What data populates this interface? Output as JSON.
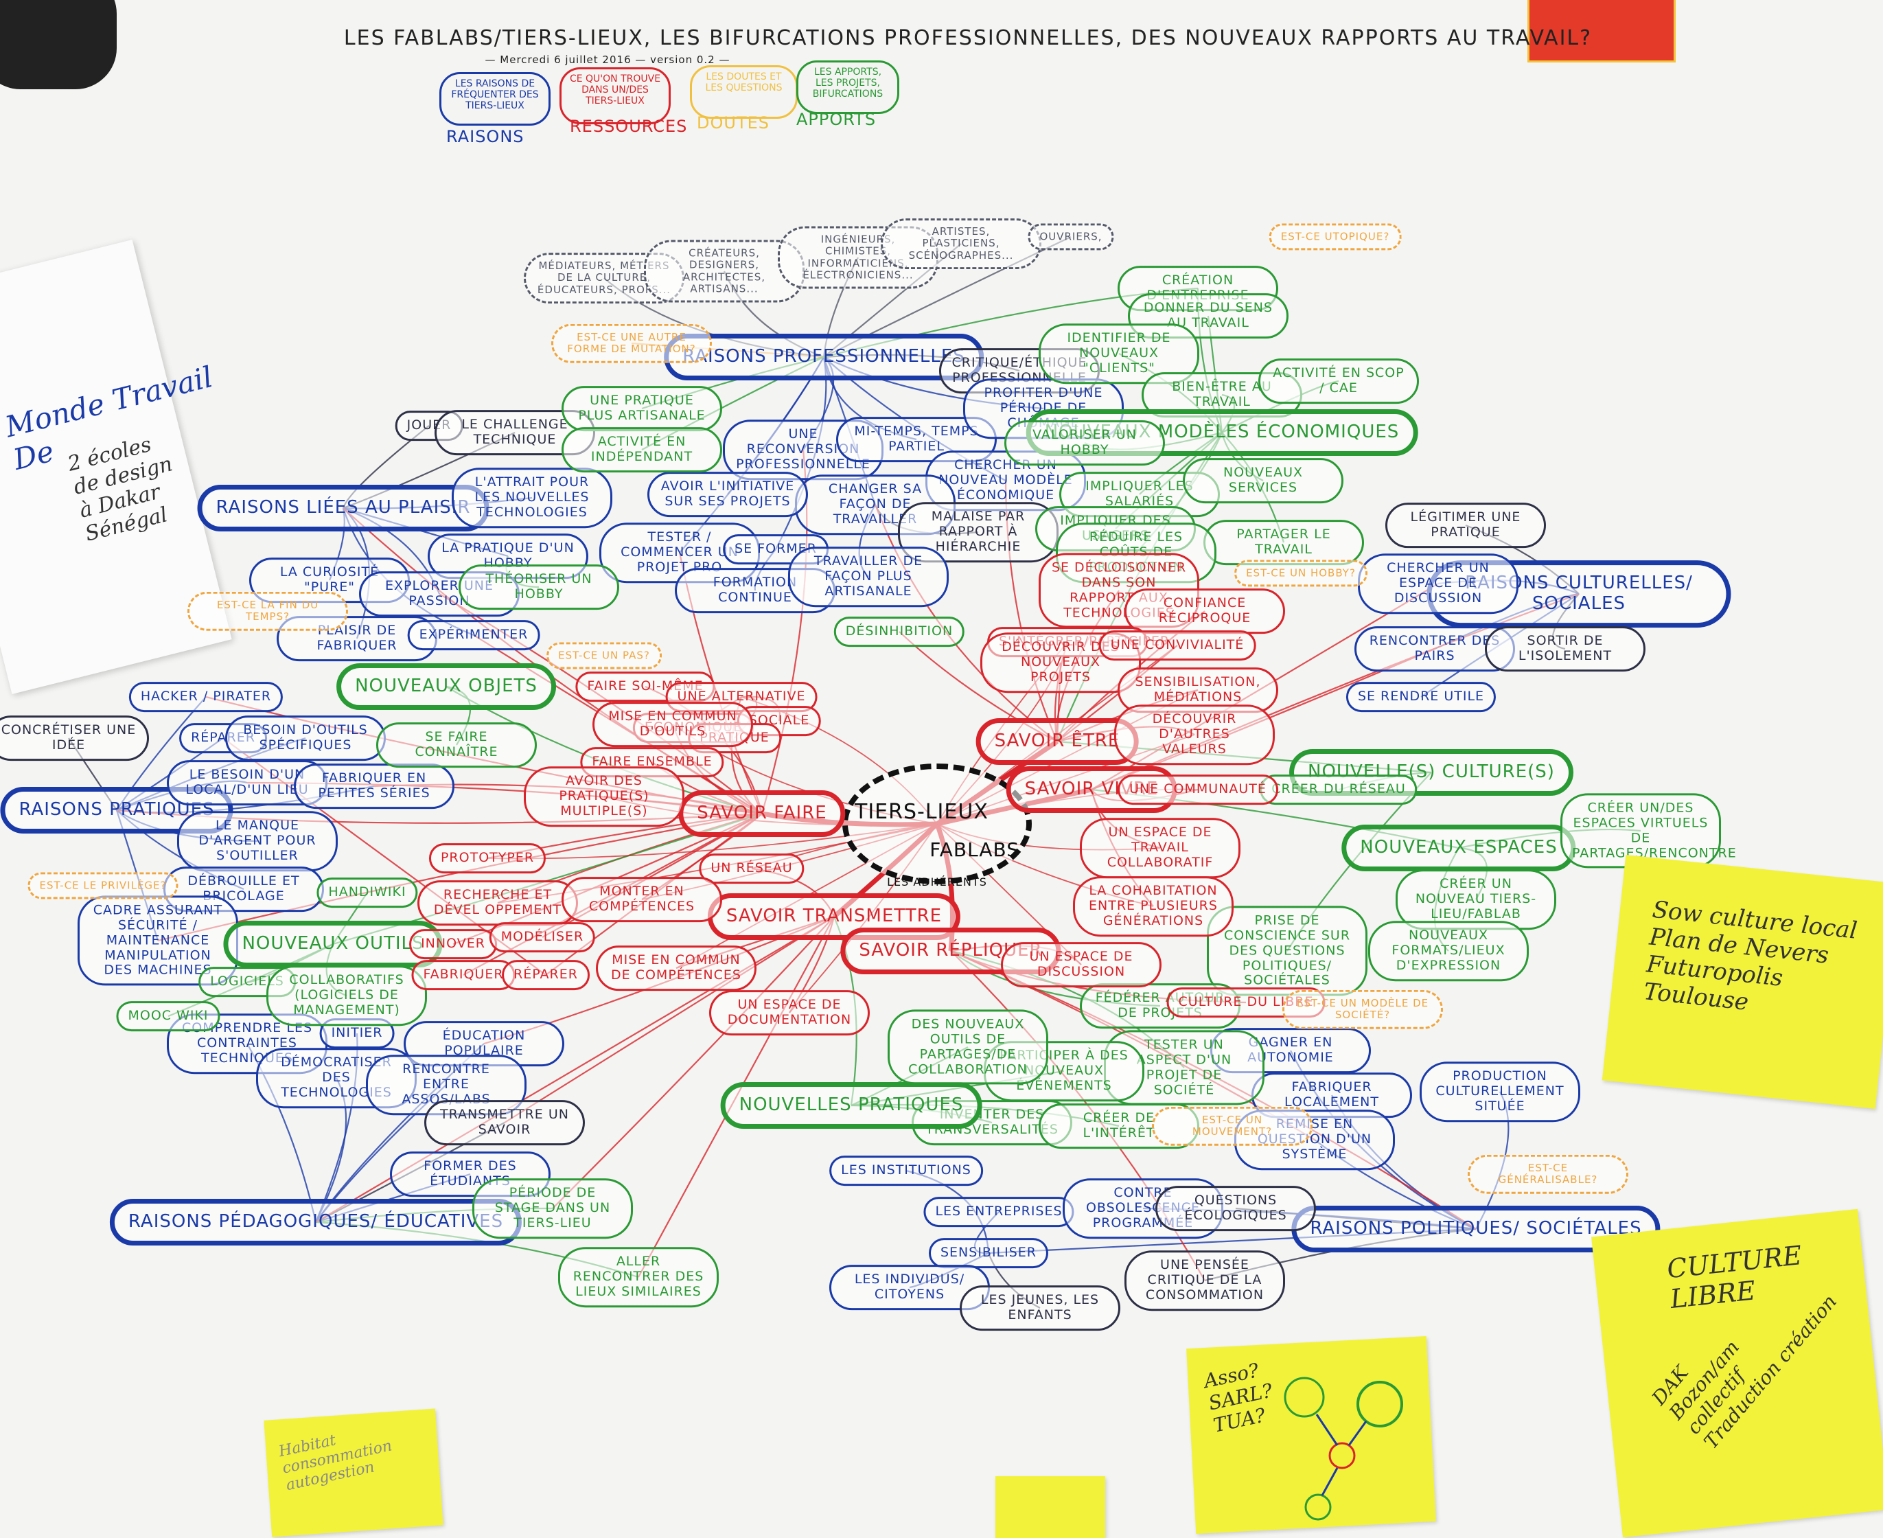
{
  "title": "Les Fablabs/Tiers-lieux, les bifurcations professionnelles, des nouveaux rapports au travail?",
  "subtitle": "— Mercredi 6 juillet 2016 — version 0.2 —",
  "legend": [
    {
      "box": "Les raisons de fréquenter des tiers-lieux",
      "label": "Raisons",
      "color": "#1a3aa8"
    },
    {
      "box": "Ce qu'on trouve dans un/des tiers-lieux",
      "label": "Ressources",
      "color": "#d8242a"
    },
    {
      "box": "Les doutes et les questions",
      "label": "Doutes",
      "color": "#f0a640"
    },
    {
      "box": "Les apports, les projets, bifurcations",
      "label": "Apports",
      "color": "#2a9a34"
    }
  ],
  "center": {
    "main": "Tiers-lieux",
    "secondary": "Fablabs",
    "members": "les adhérents"
  },
  "nodes": [
    {
      "id": "rprof",
      "text": "Raisons professionnelles",
      "cat": "raisons",
      "major": true
    },
    {
      "id": "rplaisir",
      "text": "Raisons liées au plaisir",
      "cat": "raisons",
      "major": true
    },
    {
      "id": "rprat",
      "text": "Raisons pratiques",
      "cat": "raisons",
      "major": true
    },
    {
      "id": "rpeda",
      "text": "Raisons pédagogiques/ éducatives",
      "cat": "raisons",
      "major": true
    },
    {
      "id": "rpol",
      "text": "Raisons politiques/ sociétales",
      "cat": "raisons",
      "major": true
    },
    {
      "id": "rcult",
      "text": "Raisons culturelles/ sociales",
      "cat": "raisons",
      "major": true
    },
    {
      "id": "savfaire",
      "text": "Savoir faire",
      "cat": "ressources",
      "major": true
    },
    {
      "id": "savetre",
      "text": "Savoir être",
      "cat": "ressources",
      "major": true
    },
    {
      "id": "savvivre",
      "text": "Savoir vivre",
      "cat": "ressources",
      "major": true
    },
    {
      "id": "savtrans",
      "text": "Savoir transmettre",
      "cat": "ressources",
      "major": true
    },
    {
      "id": "savrep",
      "text": "Savoir répliquer",
      "cat": "ressources",
      "major": true
    },
    {
      "id": "mediateurs",
      "text": "Médiateurs, métiers de la culture, éducateurs, profs...",
      "cat": "prof"
    },
    {
      "id": "createurs",
      "text": "Créateurs, designers, architectes, artisans...",
      "cat": "prof"
    },
    {
      "id": "ingenieurs",
      "text": "Ingénieurs, chimistes, informaticiens, électroniciens...",
      "cat": "prof"
    },
    {
      "id": "artistes",
      "text": "Artistes, plasticiens, scénographes...",
      "cat": "prof"
    },
    {
      "id": "ouvriers",
      "text": "Ouvriers,",
      "cat": "prof"
    },
    {
      "id": "critique",
      "text": "Critique/éthique professionnelle",
      "cat": "dark"
    },
    {
      "id": "reconv",
      "text": "Une reconversion professionnelle",
      "cat": "raisons"
    },
    {
      "id": "mitemps",
      "text": "Mi-temps, temps partiel",
      "cat": "raisons"
    },
    {
      "id": "chomage",
      "text": "Profiter d'une période de chômage",
      "cat": "raisons"
    },
    {
      "id": "modeleeco",
      "text": "Chercher un nouveau modèle économique",
      "cat": "raisons"
    },
    {
      "id": "changer",
      "text": "Changer sa façon de travailler",
      "cat": "raisons"
    },
    {
      "id": "rapport",
      "text": "Malaise par rapport à hiérarchie",
      "cat": "dark"
    },
    {
      "id": "initier",
      "text": "Avoir l'initiative sur ses projets",
      "cat": "raisons"
    },
    {
      "id": "tester",
      "text": "Tester / commencer un projet pro",
      "cat": "raisons"
    },
    {
      "id": "former",
      "text": "Se former",
      "cat": "raisons"
    },
    {
      "id": "formation",
      "text": "Formation continue",
      "cat": "raisons"
    },
    {
      "id": "artisanale",
      "text": "Travailler de façon plus artisanale",
      "cat": "raisons"
    },
    {
      "id": "jouer",
      "text": "Jouer",
      "cat": "dark"
    },
    {
      "id": "challenge",
      "text": "Le challenge technique",
      "cat": "dark"
    },
    {
      "id": "attrait",
      "text": "L'attrait pour les nouvelles technologies",
      "cat": "raisons"
    },
    {
      "id": "hobby",
      "text": "La pratique d'un hobby",
      "cat": "raisons"
    },
    {
      "id": "curiosite",
      "text": "La curiosité \"pure\"",
      "cat": "raisons"
    },
    {
      "id": "passion",
      "text": "Explorer une passion",
      "cat": "raisons"
    },
    {
      "id": "plaisirfab",
      "text": "Plaisir de fabriquer",
      "cat": "raisons"
    },
    {
      "id": "experimenter",
      "text": "Expérimenter",
      "cat": "raisons"
    },
    {
      "id": "hacker",
      "text": "Hacker / pirater",
      "cat": "raisons"
    },
    {
      "id": "concretiser",
      "text": "Concrétiser une idée",
      "cat": "dark"
    },
    {
      "id": "reparer1",
      "text": "Réparer",
      "cat": "raisons"
    },
    {
      "id": "besoinoutils",
      "text": "Besoin d'outils spécifiques",
      "cat": "raisons"
    },
    {
      "id": "local",
      "text": "Le besoin d'un local/d'un lieu",
      "cat": "raisons"
    },
    {
      "id": "series",
      "text": "Fabriquer en petites séries",
      "cat": "raisons"
    },
    {
      "id": "argent",
      "text": "Le manque d'argent pour s'outiller",
      "cat": "raisons"
    },
    {
      "id": "bricolage",
      "text": "Débrouille et bricolage",
      "cat": "raisons"
    },
    {
      "id": "cadre",
      "text": "Cadre assurant sécurité / maintenance manipulation des machines",
      "cat": "raisons"
    },
    {
      "id": "comprendre",
      "text": "Comprendre les contraintes techniques",
      "cat": "raisons"
    },
    {
      "id": "initier2",
      "text": "Initier",
      "cat": "raisons"
    },
    {
      "id": "democratiser",
      "text": "Démocratiser des technologies",
      "cat": "raisons"
    },
    {
      "id": "educpop",
      "text": "Éducation populaire",
      "cat": "raisons"
    },
    {
      "id": "rencontre",
      "text": "Rencontre entre assos/labs",
      "cat": "raisons"
    },
    {
      "id": "transmettre",
      "text": "Transmettre un savoir",
      "cat": "dark"
    },
    {
      "id": "etudiants",
      "text": "Former des étudiants",
      "cat": "raisons"
    },
    {
      "id": "legitimer",
      "text": "Légitimer une pratique",
      "cat": "dark"
    },
    {
      "id": "espacediscu",
      "text": "Chercher un espace de discussion",
      "cat": "raisons"
    },
    {
      "id": "pairs",
      "text": "Rencontrer des pairs",
      "cat": "raisons"
    },
    {
      "id": "isolement",
      "text": "Sortir de l'isolement",
      "cat": "dark"
    },
    {
      "id": "utile",
      "text": "Se rendre utile",
      "cat": "raisons"
    },
    {
      "id": "production",
      "text": "Production culturellement située",
      "cat": "raisons"
    },
    {
      "id": "institutions",
      "text": "Les institutions",
      "cat": "raisons"
    },
    {
      "id": "entreprises",
      "text": "Les entreprises",
      "cat": "raisons"
    },
    {
      "id": "sensibiliser",
      "text": "Sensibiliser",
      "cat": "raisons"
    },
    {
      "id": "individus",
      "text": "Les individus/ citoyens",
      "cat": "raisons"
    },
    {
      "id": "jeunes",
      "text": "Les jeunes, les enfants",
      "cat": "dark"
    },
    {
      "id": "obsolescence",
      "text": "Contre obsolescence programmée",
      "cat": "raisons"
    },
    {
      "id": "ecologiques",
      "text": "Questions écologiques",
      "cat": "dark"
    },
    {
      "id": "consommation",
      "text": "Une pensée critique de la consommation",
      "cat": "dark"
    },
    {
      "id": "autonomie",
      "text": "Gagner en autonomie",
      "cat": "raisons"
    },
    {
      "id": "fablocal",
      "text": "Fabriquer localement",
      "cat": "raisons"
    },
    {
      "id": "remise",
      "text": "Remise en question d'un système",
      "cat": "raisons"
    },
    {
      "id": "creation",
      "text": "Création d'entreprise",
      "cat": "apports"
    },
    {
      "id": "sens",
      "text": "Donner du sens au travail",
      "cat": "apports"
    },
    {
      "id": "clients",
      "text": "Identifier de nouveaux \"clients\"",
      "cat": "apports"
    },
    {
      "id": "bienetre",
      "text": "Bien-être au travail",
      "cat": "apports"
    },
    {
      "id": "scop",
      "text": "Activité en SCOP / CAE",
      "cat": "apports"
    },
    {
      "id": "modeleseco",
      "text": "Nouveaux modèles économiques",
      "cat": "apports",
      "major": true
    },
    {
      "id": "valoriser",
      "text": "Valoriser un hobby",
      "cat": "apports"
    },
    {
      "id": "salaries",
      "text": "Impliquer les salariés",
      "cat": "apports"
    },
    {
      "id": "services",
      "text": "Nouveaux services",
      "cat": "apports"
    },
    {
      "id": "usagers",
      "text": "Impliquer des usagers",
      "cat": "apports"
    },
    {
      "id": "partager",
      "text": "Partager le travail",
      "cat": "apports"
    },
    {
      "id": "protection",
      "text": "Réduire les coûts de production",
      "cat": "apports"
    },
    {
      "id": "artisanale2",
      "text": "Une pratique plus artisanale",
      "cat": "apports"
    },
    {
      "id": "independant",
      "text": "Activité en indépendant",
      "cat": "apports"
    },
    {
      "id": "desinhibition",
      "text": "Désinhibition",
      "cat": "apports"
    },
    {
      "id": "theoriser",
      "text": "Théoriser un hobby",
      "cat": "apports"
    },
    {
      "id": "nvobjets",
      "text": "Nouveaux objets",
      "cat": "apports",
      "major": true
    },
    {
      "id": "connaitre",
      "text": "Se faire connaître",
      "cat": "apports"
    },
    {
      "id": "handwiki",
      "text": "Handiwiki",
      "cat": "apports"
    },
    {
      "id": "nvoutils",
      "text": "Nouveaux outils",
      "cat": "apports",
      "major": true
    },
    {
      "id": "logiciels",
      "text": "Logiciels",
      "cat": "apports"
    },
    {
      "id": "collab",
      "text": "Collaboratifs (logiciels de management)",
      "cat": "apports"
    },
    {
      "id": "mooc",
      "text": "MOOC wiki",
      "cat": "apports"
    },
    {
      "id": "nvcultures",
      "text": "Nouvelle(s) culture(s)",
      "cat": "apports",
      "major": true
    },
    {
      "id": "reseau",
      "text": "Créer du réseau",
      "cat": "apports"
    },
    {
      "id": "nvespaces",
      "text": "Nouveaux espaces",
      "cat": "apports",
      "major": true
    },
    {
      "id": "espacesvirt",
      "text": "Créer un/des espaces virtuels de partages/rencontre",
      "cat": "apports"
    },
    {
      "id": "creertiers",
      "text": "Créer un nouveau tiers-lieu/fablab",
      "cat": "apports"
    },
    {
      "id": "formats",
      "text": "Nouveaux formats/lieux d'expression",
      "cat": "apports"
    },
    {
      "id": "conscience",
      "text": "Prise de conscience sur des questions politiques/ sociétales",
      "cat": "apports"
    },
    {
      "id": "federer",
      "text": "Fédérer autour de projets",
      "cat": "apports"
    },
    {
      "id": "testersoc",
      "text": "Tester un aspect d'un projet de société",
      "cat": "apports"
    },
    {
      "id": "evenements",
      "text": "Participer à des nouveaux événements",
      "cat": "apports"
    },
    {
      "id": "transversalites",
      "text": "Inventer des transversalités",
      "cat": "apports"
    },
    {
      "id": "interet",
      "text": "Créer de l'intérêt",
      "cat": "apports"
    },
    {
      "id": "nvpratiques",
      "text": "Nouvelles pratiques",
      "cat": "apports",
      "major": true
    },
    {
      "id": "nvoutilspartage",
      "text": "Des nouveaux outils de partages/de collaboration",
      "cat": "apports"
    },
    {
      "id": "stage",
      "text": "Période de stage dans un tiers-lieu",
      "cat": "apports"
    },
    {
      "id": "lieuxsim",
      "text": "Aller rencontrer des lieux similaires",
      "cat": "apports"
    },
    {
      "id": "decloisonner",
      "text": "Se décloisonner dans son rapport aux technologies",
      "cat": "ressources"
    },
    {
      "id": "confiance",
      "text": "Confiance réciproque",
      "cat": "ressources"
    },
    {
      "id": "integrer",
      "text": "S'intégrer/participer",
      "cat": "ressources"
    },
    {
      "id": "decouvrirprojets",
      "text": "Découvrir des nouveaux projets",
      "cat": "ressources"
    },
    {
      "id": "convivialite",
      "text": "Une convivialité",
      "cat": "ressources"
    },
    {
      "id": "sensibilisation",
      "text": "Sensibilisation, médiations",
      "cat": "ressources"
    },
    {
      "id": "valeurs",
      "text": "Découvrir d'autres valeurs",
      "cat": "ressources"
    },
    {
      "id": "communaute",
      "text": "Une communauté",
      "cat": "ressources"
    },
    {
      "id": "travailcollab",
      "text": "Un espace de travail collaboratif",
      "cat": "ressources"
    },
    {
      "id": "cohabitation",
      "text": "La cohabitation entre plusieurs générations",
      "cat": "ressources"
    },
    {
      "id": "espacediscussion",
      "text": "Un espace de discussion",
      "cat": "ressources"
    },
    {
      "id": "culturelibre",
      "text": "Culture du libre",
      "cat": "ressources"
    },
    {
      "id": "fairesoimeme",
      "text": "Faire soi-même",
      "cat": "ressources"
    },
    {
      "id": "alternative",
      "text": "Une alternative",
      "cat": "ressources"
    },
    {
      "id": "economique",
      "text": "Économique",
      "cat": "ressources"
    },
    {
      "id": "sociale",
      "text": "Sociale",
      "cat": "ressources"
    },
    {
      "id": "pratique",
      "text": "Pratique",
      "cat": "ressources"
    },
    {
      "id": "miseencommun",
      "text": "Mise en commun d'outils",
      "cat": "ressources"
    },
    {
      "id": "faireensemble",
      "text": "Faire ensemble",
      "cat": "ressources"
    },
    {
      "id": "pratiquesmult",
      "text": "Avoir des pratique(s) multiple(s)",
      "cat": "ressources"
    },
    {
      "id": "reseauR",
      "text": "Un réseau",
      "cat": "ressources"
    },
    {
      "id": "prototyper",
      "text": "Prototyper",
      "cat": "ressources"
    },
    {
      "id": "recherche",
      "text": "Recherche et dével oppement",
      "cat": "ressources"
    },
    {
      "id": "competences",
      "text": "Monter en compétences",
      "cat": "ressources"
    },
    {
      "id": "innover",
      "text": "Innover",
      "cat": "ressources"
    },
    {
      "id": "modeliser",
      "text": "Modéliser",
      "cat": "ressources"
    },
    {
      "id": "fabriquer",
      "text": "Fabriquer",
      "cat": "ressources"
    },
    {
      "id": "reparer2",
      "text": "Réparer",
      "cat": "ressources"
    },
    {
      "id": "miseencompet",
      "text": "Mise en commun de compétences",
      "cat": "ressources"
    },
    {
      "id": "documentation",
      "text": "Un espace de documentation",
      "cat": "ressources"
    },
    {
      "id": "d1",
      "text": "Est-ce une autre forme de mutation?",
      "cat": "doutes"
    },
    {
      "id": "d2",
      "text": "Est-ce la fin du temps?",
      "cat": "doutes"
    },
    {
      "id": "d3",
      "text": "Est-ce un pas?",
      "cat": "doutes"
    },
    {
      "id": "d4",
      "text": "Est-ce un hobby?",
      "cat": "doutes"
    },
    {
      "id": "d5",
      "text": "Est-ce le privilège?",
      "cat": "doutes"
    },
    {
      "id": "d6",
      "text": "Est-ce utopique?",
      "cat": "doutes"
    },
    {
      "id": "d7",
      "text": "Est-ce un modèle de société?",
      "cat": "doutes"
    },
    {
      "id": "d8",
      "text": "Est-ce un mouvement?",
      "cat": "doutes"
    },
    {
      "id": "d9",
      "text": "Est-ce généralisable?",
      "cat": "doutes"
    }
  ],
  "colors": {
    "raisons": "#1a3aa8",
    "ressources": "#d8242a",
    "doutes": "#f0a640",
    "apports": "#2a9a34",
    "dark": "#2d3046"
  },
  "stickies": {
    "right": "Sow culture local\nPlan de Nevers\nFuturopolis\nToulouse",
    "culture_title": "Culture libre",
    "culture_body": "DAK\nBozon/am\ncollectif\nTraduction création",
    "asso": "Asso?\nSARL?\nTUA?",
    "left_bottom": "Habitat\nconsommation\nautogestion"
  },
  "left_paper": {
    "text1": "Monde Travail\nDe",
    "text2": "2 écoles\nde design\nà Dakar\nSénégal"
  }
}
